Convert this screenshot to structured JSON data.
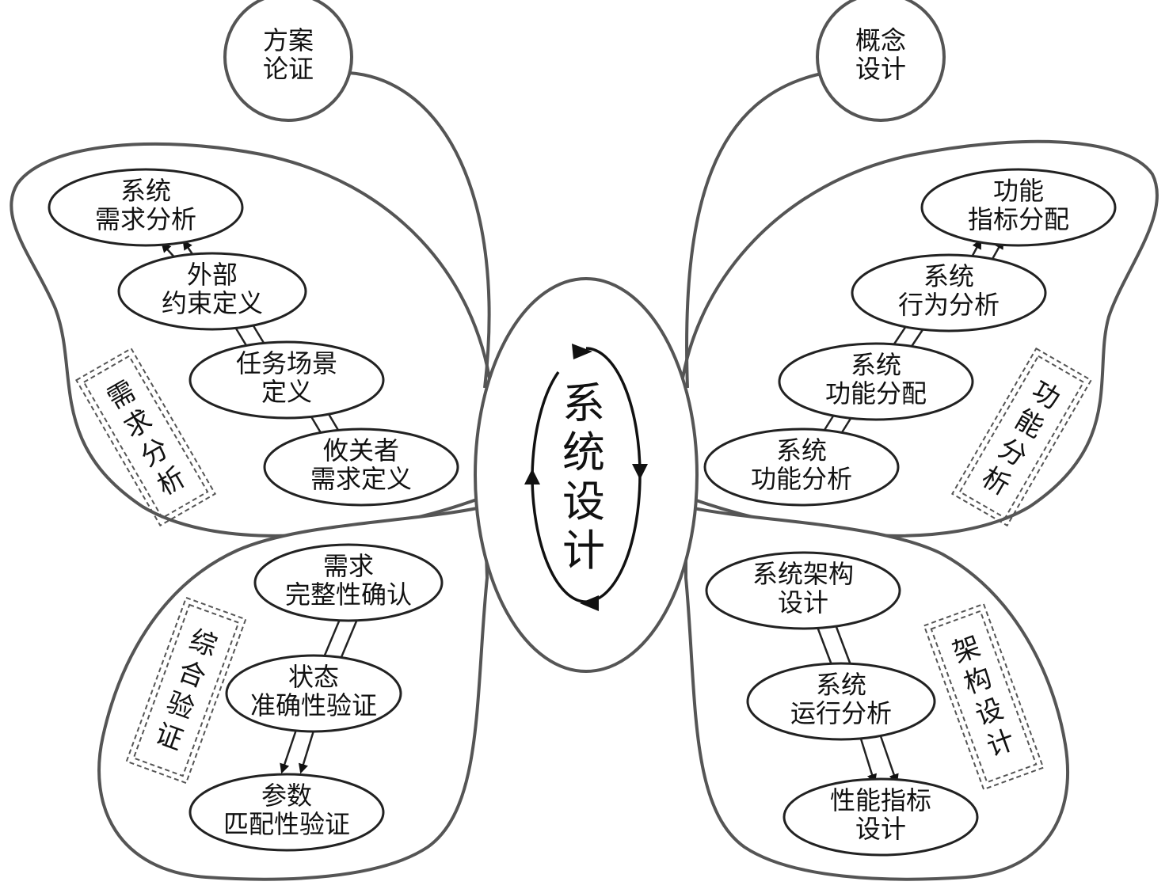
{
  "diagram": {
    "center_label": "系统设计",
    "antennas": {
      "left": [
        "方案",
        "论证"
      ],
      "right": [
        "概念",
        "设计"
      ]
    },
    "wings": {
      "upper_left": {
        "tag": "需求分析",
        "nodes": [
          [
            "系统",
            "需求分析"
          ],
          [
            "外部",
            "约束定义"
          ],
          [
            "任务场景",
            "定义"
          ],
          [
            "攸关者",
            "需求定义"
          ]
        ]
      },
      "upper_right": {
        "tag": "功能分析",
        "nodes": [
          [
            "功能",
            "指标分配"
          ],
          [
            "系统",
            "行为分析"
          ],
          [
            "系统",
            "功能分配"
          ],
          [
            "系统",
            "功能分析"
          ]
        ]
      },
      "lower_left": {
        "tag": "综合验证",
        "nodes": [
          [
            "需求",
            "完整性确认"
          ],
          [
            "状态",
            "准确性验证"
          ],
          [
            "参数",
            "匹配性验证"
          ]
        ]
      },
      "lower_right": {
        "tag": "架构设计",
        "nodes": [
          [
            "系统架构",
            "设计"
          ],
          [
            "系统",
            "运行分析"
          ],
          [
            "性能指标",
            "设计"
          ]
        ]
      }
    }
  }
}
